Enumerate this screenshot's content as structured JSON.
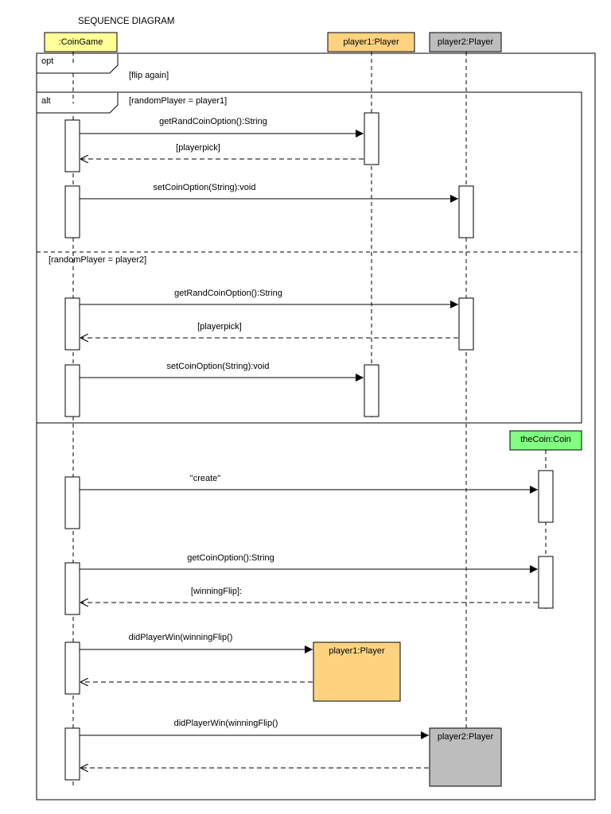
{
  "title": "SEQUENCE DIAGRAM",
  "lifelines": {
    "coingame": {
      "label": ":CoinGame",
      "color": "#ffff99"
    },
    "player1": {
      "label": "player1:Player",
      "color": "#ffd280"
    },
    "player2": {
      "label": "player2:Player",
      "color": "#bdbdbd"
    },
    "coin": {
      "label": "theCoin:Coin",
      "color": "#80ff80"
    }
  },
  "fragments": {
    "opt": {
      "operator": "opt",
      "guard": "[flip again]"
    },
    "alt": {
      "operator": "alt",
      "guard1": "[randomPlayer = player1]",
      "guard2": "[randomPlayer = player2]"
    }
  },
  "messages": {
    "m1": "getRandCoinOption():String",
    "m2": "[playerpick]",
    "m3": "setCoinOption(String):void",
    "m4": "getRandCoinOption():String",
    "m5": "[playerpick]",
    "m6": "setCoinOption(String):void",
    "m7": "\"create\"",
    "m8": "getCoinOption():String",
    "m9": "[winningFlip]:",
    "m10": "didPlayerWin(winningFlip()",
    "m12": "didPlayerWin(winningFlip()"
  },
  "objects": {
    "player1_box": "player1:Player",
    "player2_box": "player2:Player"
  }
}
